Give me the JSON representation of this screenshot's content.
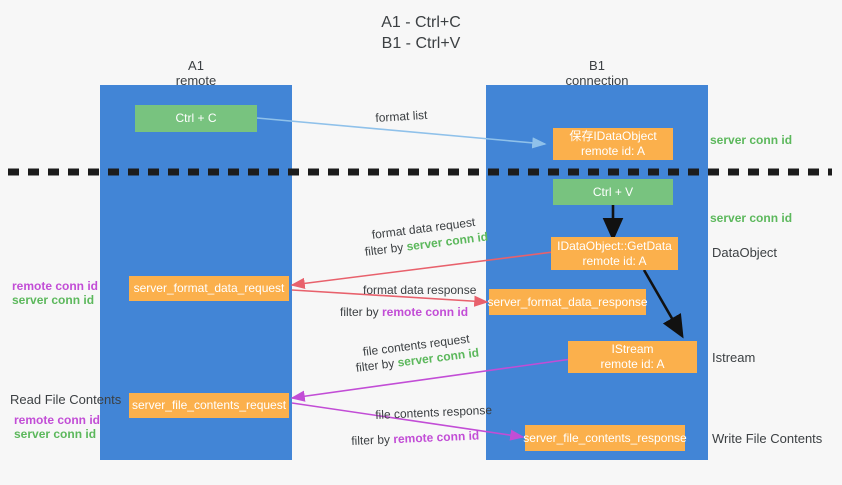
{
  "title": {
    "line1": "A1 - Ctrl+C",
    "line2": "B1 - Ctrl+V"
  },
  "lanes": [
    {
      "name": "A1",
      "sub": "remote"
    },
    {
      "name": "B1",
      "sub": "connection"
    }
  ],
  "boxes": {
    "ctrl_c": "Ctrl + C",
    "ctrl_v": "Ctrl + V",
    "save_idataobject_l1": "保存IDataObject",
    "save_idataobject_l2": "remote id: A",
    "getdata_l1": "IDataObject::GetData",
    "getdata_l2": "remote id: A",
    "istream_l1": "IStream",
    "istream_l2": "remote id: A",
    "server_format_data_request": "server_format_data_request",
    "server_format_data_response": "server_format_data_response",
    "server_file_contents_request": "server_file_contents_request",
    "server_file_contents_response": "server_file_contents_response"
  },
  "right_labels": {
    "server_conn_id_top": "server conn id",
    "server_conn_id_mid": "server conn id",
    "dataobject": "DataObject",
    "istream": "Istream",
    "write_file_contents": "Write File Contents"
  },
  "left_labels": {
    "remote_conn_id_1": "remote conn id",
    "server_conn_id_1": "server conn id",
    "read_file_contents": "Read File Contents",
    "remote_conn_id_2": "remote conn id",
    "server_conn_id_2": "server conn id"
  },
  "arrow_labels": {
    "format_list": "format list",
    "format_data_request": "format data request",
    "format_data_request_filter_prefix": "filter by ",
    "format_data_request_filter_value": "server conn id",
    "format_data_response": "format data response",
    "format_data_response_filter_prefix": "filter by ",
    "format_data_response_filter_value": "remote conn id",
    "file_contents_request": "file contents request",
    "file_contents_request_filter_prefix": "filter by ",
    "file_contents_request_filter_value": "server conn id",
    "file_contents_response": "file contents response",
    "file_contents_response_filter_prefix": "filter by ",
    "file_contents_response_filter_value": "remote conn id"
  },
  "colors": {
    "lane": "#4285d6",
    "green_box": "#78c37f",
    "orange_box": "#fbb04c",
    "green_text": "#5cb85c",
    "purple_text": "#c24dd6",
    "red_arrow": "#e8616c",
    "blue_arrow": "#8fc1ea",
    "magenta_arrow": "#c24dd6",
    "dark_arrow": "#1a1a1a",
    "background": "#f7f7f7"
  }
}
